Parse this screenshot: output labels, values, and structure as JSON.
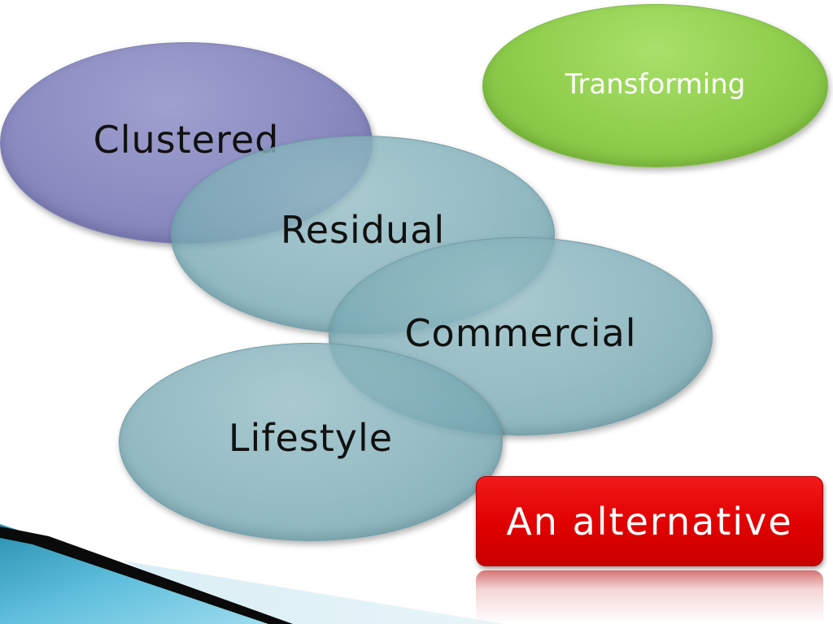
{
  "diagram": {
    "ellipses": [
      {
        "id": "clustered",
        "label": "Clustered",
        "color": "#8a8bc0"
      },
      {
        "id": "residual",
        "label": "Residual",
        "color": "#7aaab4"
      },
      {
        "id": "commercial",
        "label": "Commercial",
        "color": "#7aaab4"
      },
      {
        "id": "lifestyle",
        "label": "Lifestyle",
        "color": "#7aaab4"
      },
      {
        "id": "transforming",
        "label": "Transforming",
        "color": "#91cf4e"
      }
    ],
    "callout": {
      "label": "An alternative",
      "color": "#e00000"
    }
  }
}
